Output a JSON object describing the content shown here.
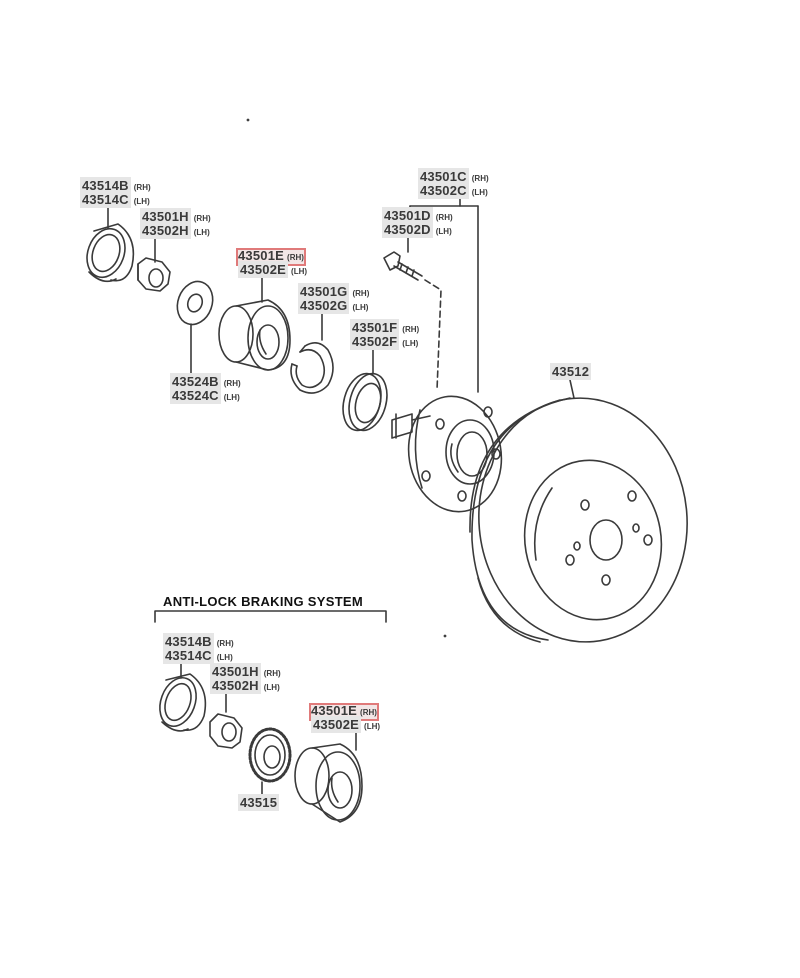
{
  "labels": {
    "l_43514": {
      "a": "43514B",
      "as": "(RH)",
      "b": "43514C",
      "bs": "(LH)"
    },
    "l_43501h": {
      "a": "43501H",
      "as": "(RH)",
      "b": "43502H",
      "bs": "(LH)"
    },
    "l_43501e": {
      "a": "43501E",
      "as": "(RH)",
      "b": "43502E",
      "bs": "(LH)"
    },
    "l_43501g": {
      "a": "43501G",
      "as": "(RH)",
      "b": "43502G",
      "bs": "(LH)"
    },
    "l_43501f": {
      "a": "43501F",
      "as": "(RH)",
      "b": "43502F",
      "bs": "(LH)"
    },
    "l_43524": {
      "a": "43524B",
      "as": "(RH)",
      "b": "43524C",
      "bs": "(LH)"
    },
    "l_43501c": {
      "a": "43501C",
      "as": "(RH)",
      "b": "43502C",
      "bs": "(LH)"
    },
    "l_43501d": {
      "a": "43501D",
      "as": "(RH)",
      "b": "43502D",
      "bs": "(LH)"
    },
    "l_43512": {
      "a": "43512"
    },
    "abs_title": "ANTI-LOCK BRAKING SYSTEM",
    "abs_43514": {
      "a": "43514B",
      "as": "(RH)",
      "b": "43514C",
      "bs": "(LH)"
    },
    "abs_43501h": {
      "a": "43501H",
      "as": "(RH)",
      "b": "43502H",
      "bs": "(LH)"
    },
    "abs_43501e": {
      "a": "43501E",
      "as": "(RH)",
      "b": "43502E",
      "bs": "(LH)"
    },
    "abs_43515": {
      "a": "43515"
    }
  },
  "colors": {
    "line": "#3a3a3a",
    "highlight": "#e07a7a",
    "label_shade": "#e6e6e6"
  }
}
